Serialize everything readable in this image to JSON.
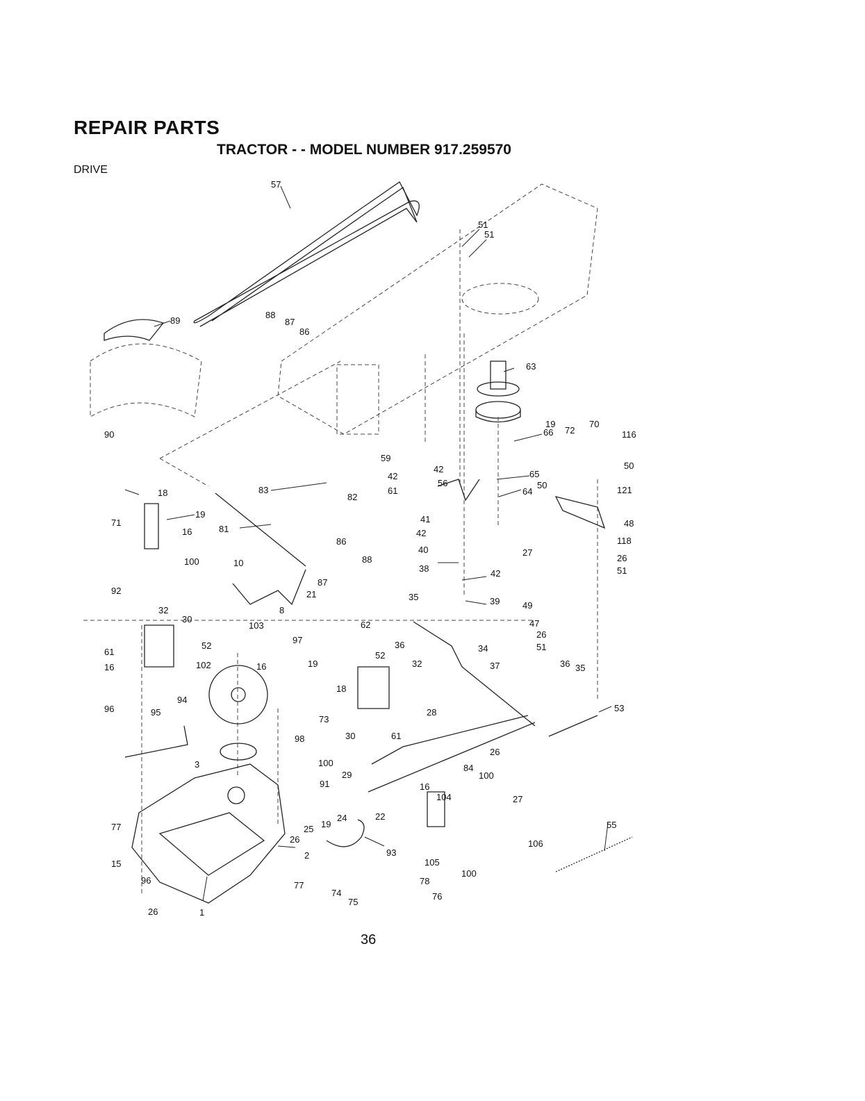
{
  "header": {
    "title": "REPAIR PARTS",
    "subtitle": "TRACTOR - - MODEL NUMBER 917.259570",
    "section": "DRIVE"
  },
  "footer": {
    "page_number": "36"
  },
  "callouts": {
    "c57": "57",
    "c51a": "51",
    "c51b": "51",
    "c89": "89",
    "c88a": "88",
    "c87a": "87",
    "c86a": "86",
    "c63": "63",
    "c19a": "19",
    "c72": "72",
    "c70": "70",
    "c116": "116",
    "c90": "90",
    "c66": "66",
    "c59": "59",
    "c42a": "42",
    "c42b": "42",
    "c56": "56",
    "c61a": "61",
    "c65": "65",
    "c50a": "50",
    "c50b": "50",
    "c64": "64",
    "c121": "121",
    "c18a": "18",
    "c83": "83",
    "c82": "82",
    "c71": "71",
    "c19b": "19",
    "c16a": "16",
    "c81": "81",
    "c41": "41",
    "c42c": "42",
    "c48": "48",
    "c40": "40",
    "c86b": "86",
    "c118": "118",
    "c27a": "27",
    "c100a": "100",
    "c10": "10",
    "c88b": "88",
    "c38": "38",
    "c42d": "42",
    "c26a": "26",
    "c51c": "51",
    "c92": "92",
    "c87b": "87",
    "c21": "21",
    "c35a": "35",
    "c39": "39",
    "c8": "8",
    "c49": "49",
    "c32a": "32",
    "c30a": "30",
    "c103": "103",
    "c62": "62",
    "c47": "47",
    "c26b": "26",
    "c97": "97",
    "c36a": "36",
    "c34": "34",
    "c61b": "61",
    "c52a": "52",
    "c51d": "51",
    "c16b": "16",
    "c102": "102",
    "c16c": "16",
    "c19c": "19",
    "c52b": "52",
    "c32b": "32",
    "c37": "37",
    "c36b": "36",
    "c35b": "35",
    "c94": "94",
    "c18b": "18",
    "c96a": "96",
    "c95": "95",
    "c73": "73",
    "c30b": "30",
    "c61c": "61",
    "c28": "28",
    "c53": "53",
    "c98": "98",
    "c26c": "26",
    "c3": "3",
    "c100b": "100",
    "c84": "84",
    "c100c": "100",
    "c29": "29",
    "c91": "91",
    "c16d": "16",
    "c104": "104",
    "c27b": "27",
    "c77a": "77",
    "c22": "22",
    "c24": "24",
    "c19d": "19",
    "c25": "25",
    "c26d": "26",
    "c106": "106",
    "c55": "55",
    "c15": "15",
    "c93": "93",
    "c2": "2",
    "c105": "105",
    "c100d": "100",
    "c96b": "96",
    "c78": "78",
    "c77b": "77",
    "c74": "74",
    "c76": "76",
    "c75": "75",
    "c26e": "26",
    "c1": "1"
  }
}
